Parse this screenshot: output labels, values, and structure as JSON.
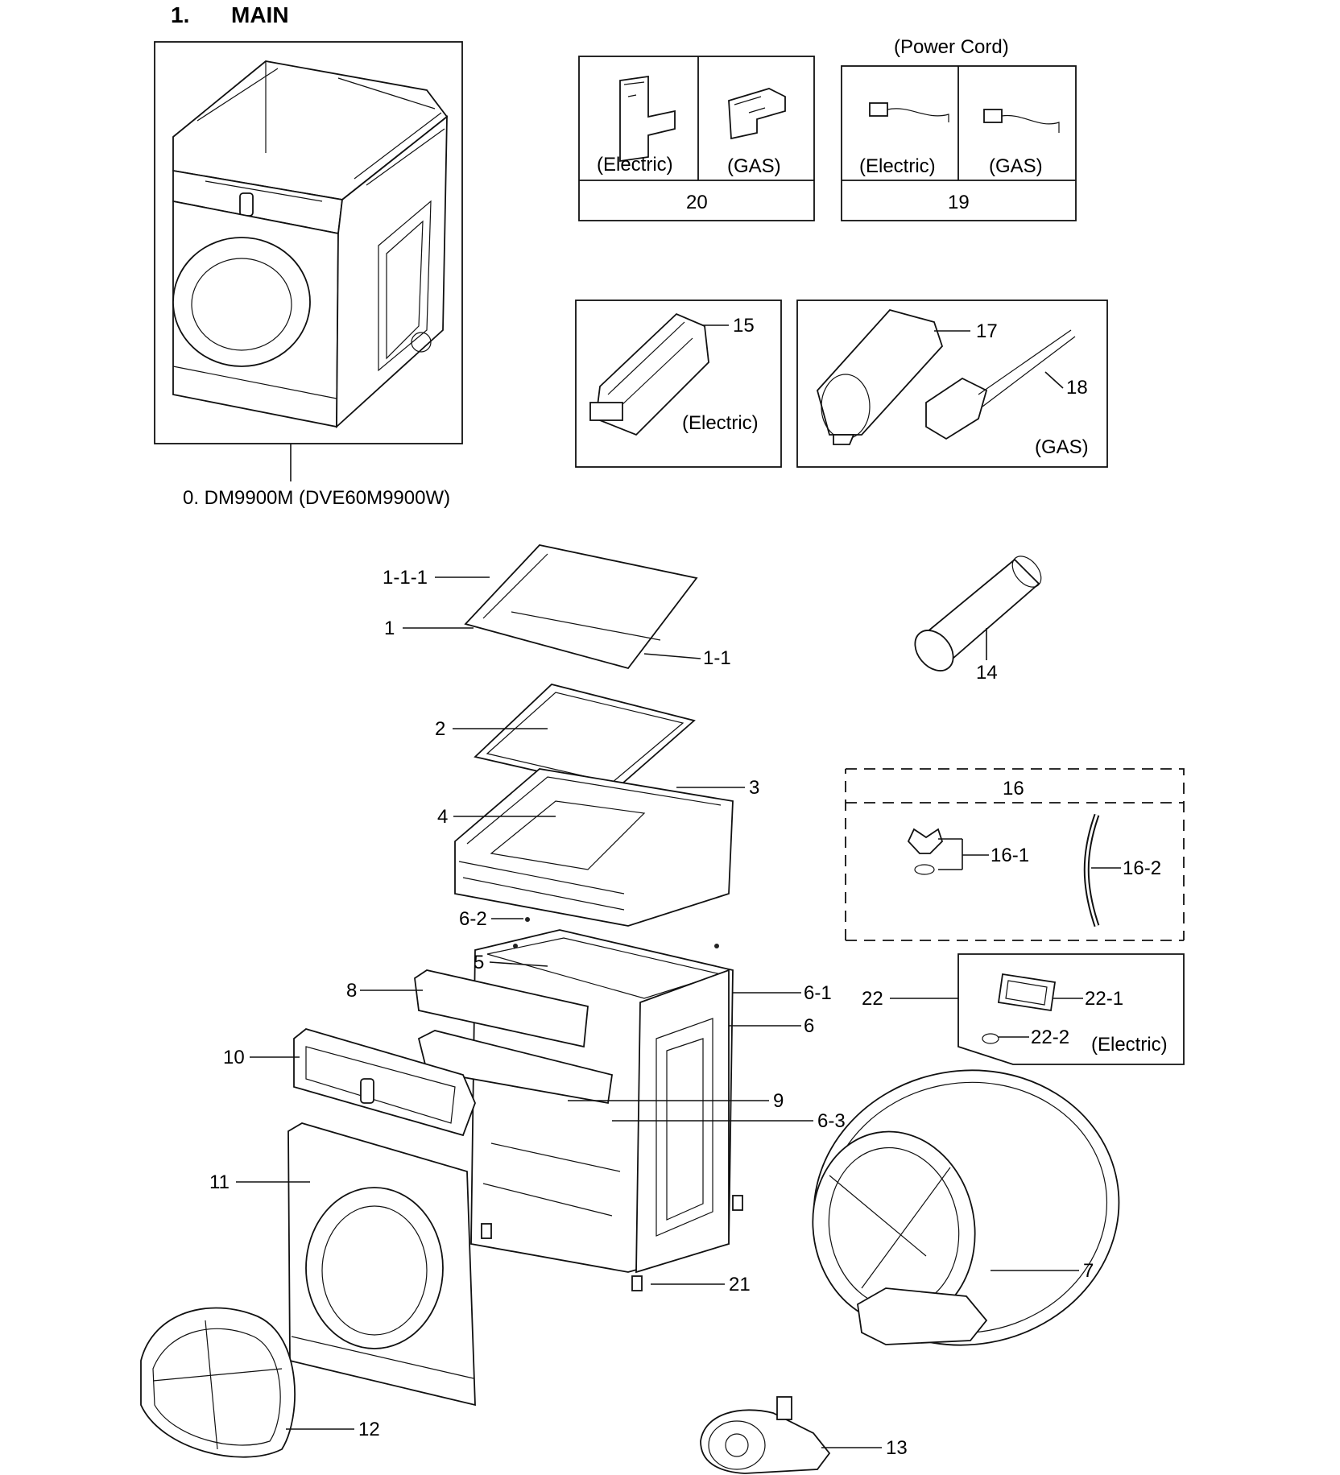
{
  "section": {
    "number": "1.",
    "title": "MAIN"
  },
  "model_label": "0. DM9900M (DVE60M9900W)",
  "bracket_box": {
    "left_label": "(Electric)",
    "right_label": "(GAS)",
    "part_number": "20"
  },
  "power_cord_box": {
    "title": "(Power Cord)",
    "left_label": "(Electric)",
    "right_label": "(GAS)",
    "part_number": "19"
  },
  "heater_box": {
    "callout": "15",
    "label": "(Electric)"
  },
  "gas_box": {
    "callouts": [
      "17",
      "18"
    ],
    "label": "(GAS)"
  },
  "kit_16": {
    "part_number": "16",
    "callouts": [
      "16-1",
      "16-2"
    ]
  },
  "kit_22": {
    "part_number": "22",
    "callouts": [
      "22-1",
      "22-2"
    ],
    "label": "(Electric)"
  },
  "callouts": {
    "c1_1_1": "1-1-1",
    "c1": "1",
    "c1_1": "1-1",
    "c2": "2",
    "c3": "3",
    "c4": "4",
    "c6_2": "6-2",
    "c5": "5",
    "c8": "8",
    "c6_1": "6-1",
    "c6": "6",
    "c10": "10",
    "c9": "9",
    "c6_3": "6-3",
    "c11": "11",
    "c21": "21",
    "c7": "7",
    "c12": "12",
    "c13": "13",
    "c14": "14"
  },
  "icons": [
    "dryer-assembly-icon",
    "bracket-icon",
    "power-cord-icon",
    "heater-icon",
    "gas-valve-icon",
    "duct-icon",
    "hose-icon",
    "drum-icon",
    "blower-icon",
    "door-icon"
  ]
}
